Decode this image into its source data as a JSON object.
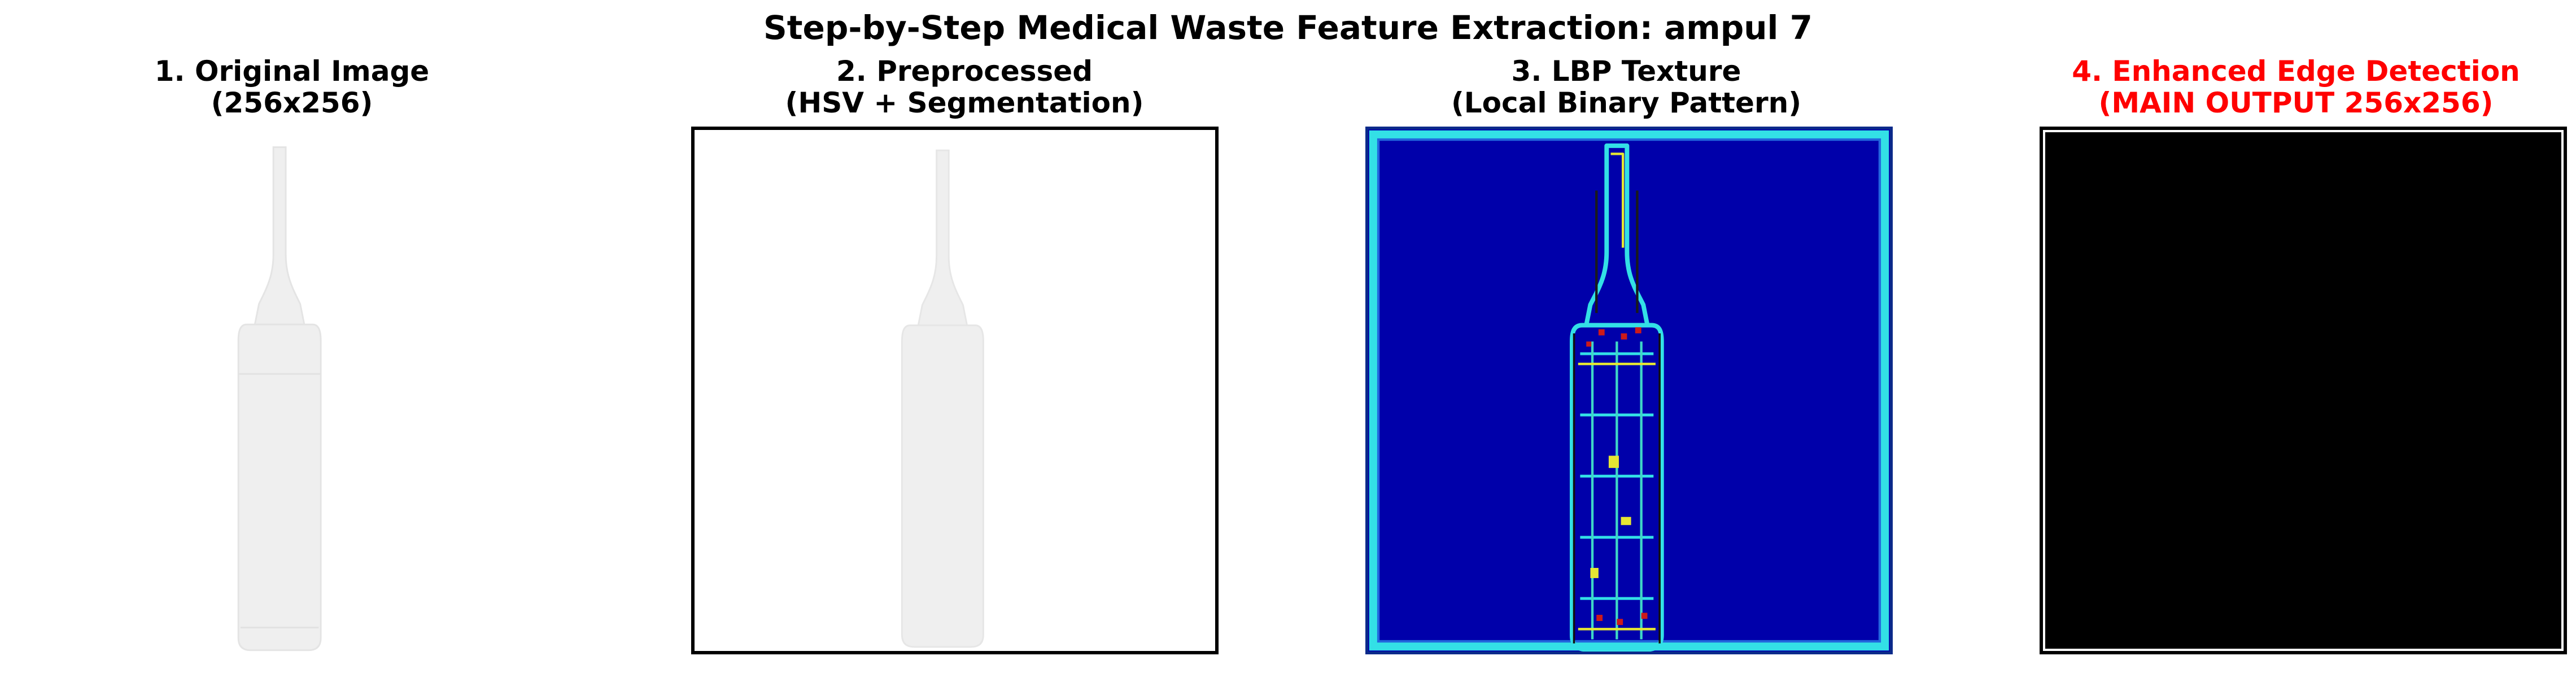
{
  "figure": {
    "title": "Step-by-Step Medical Waste Feature Extraction: ampul 7"
  },
  "panels": [
    {
      "title_line1": "1. Original Image",
      "title_line2": "(256x256)",
      "title_color": "#000000"
    },
    {
      "title_line1": "2. Preprocessed",
      "title_line2": "(HSV + Segmentation)",
      "title_color": "#000000"
    },
    {
      "title_line1": "3. LBP Texture",
      "title_line2": "(Local Binary Pattern)",
      "title_color": "#000000"
    },
    {
      "title_line1": "4. Enhanced Edge Detection",
      "title_line2": "(MAIN OUTPUT 256x256)",
      "title_color": "#ff0000"
    }
  ],
  "colors": {
    "ampoule_fill": "#efefef",
    "lbp_background": "#0000aa",
    "lbp_edge_cyan": "#33e0e6",
    "lbp_edge_yellow": "#e6e633",
    "lbp_edge_red": "#cc1a1a",
    "edge_output": "#000000"
  }
}
